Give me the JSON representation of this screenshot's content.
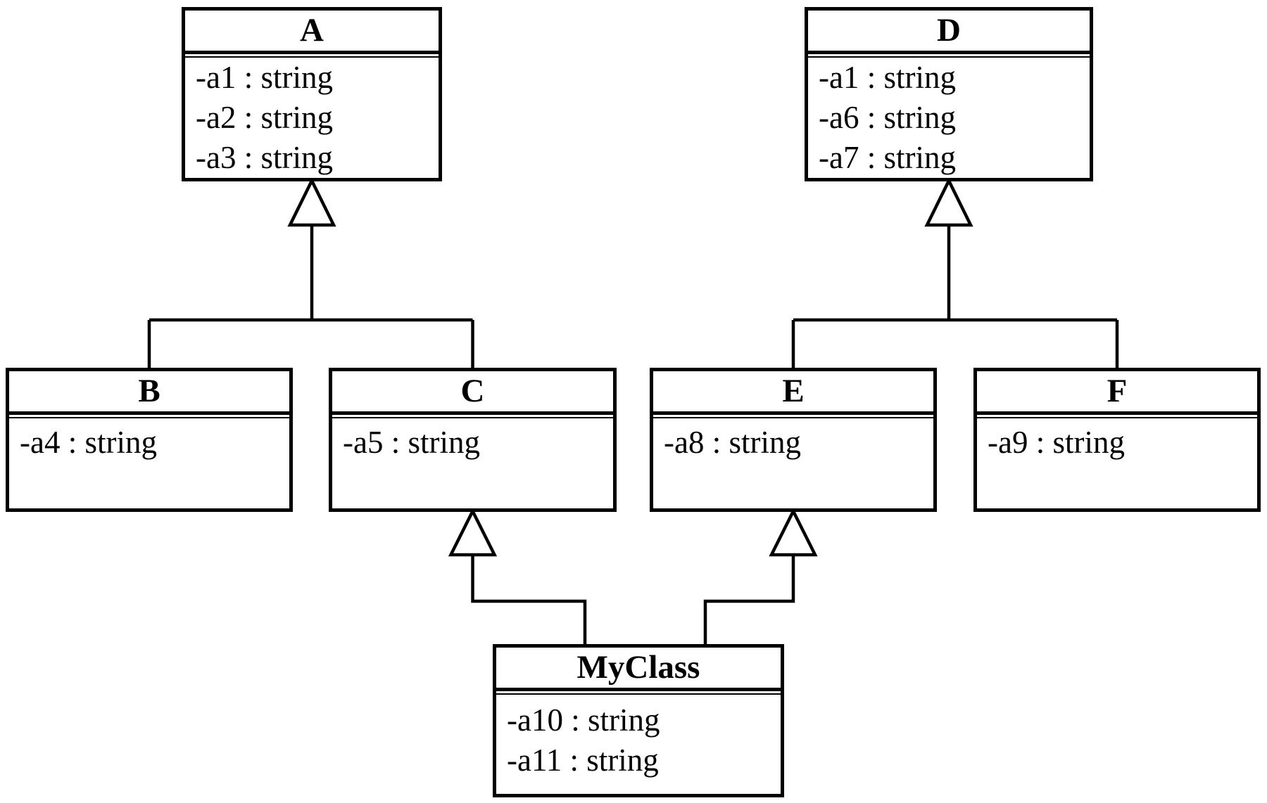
{
  "diagram": {
    "kind": "uml-class-diagram",
    "colors": {
      "line": "#000000",
      "background": "#ffffff",
      "box_fill": "#ffffff"
    },
    "classes": {
      "a": {
        "name": "A",
        "attributes": [
          "-a1 : string",
          "-a2 : string",
          "-a3 : string"
        ]
      },
      "b": {
        "name": "B",
        "attributes": [
          "-a4 : string"
        ]
      },
      "c": {
        "name": "C",
        "attributes": [
          "-a5 : string"
        ]
      },
      "d": {
        "name": "D",
        "attributes": [
          "-a1 : string",
          "-a6 : string",
          "-a7 : string"
        ]
      },
      "e": {
        "name": "E",
        "attributes": [
          "-a8 : string"
        ]
      },
      "f": {
        "name": "F",
        "attributes": [
          "-a9 : string"
        ]
      },
      "myclass": {
        "name": "MyClass",
        "attributes": [
          "-a10 : string",
          "-a11 : string"
        ]
      }
    },
    "relations": [
      {
        "type": "generalization",
        "from": "B",
        "to": "A"
      },
      {
        "type": "generalization",
        "from": "C",
        "to": "A"
      },
      {
        "type": "generalization",
        "from": "E",
        "to": "D"
      },
      {
        "type": "generalization",
        "from": "F",
        "to": "D"
      },
      {
        "type": "generalization",
        "from": "MyClass",
        "to": "C"
      },
      {
        "type": "generalization",
        "from": "MyClass",
        "to": "E"
      }
    ]
  }
}
